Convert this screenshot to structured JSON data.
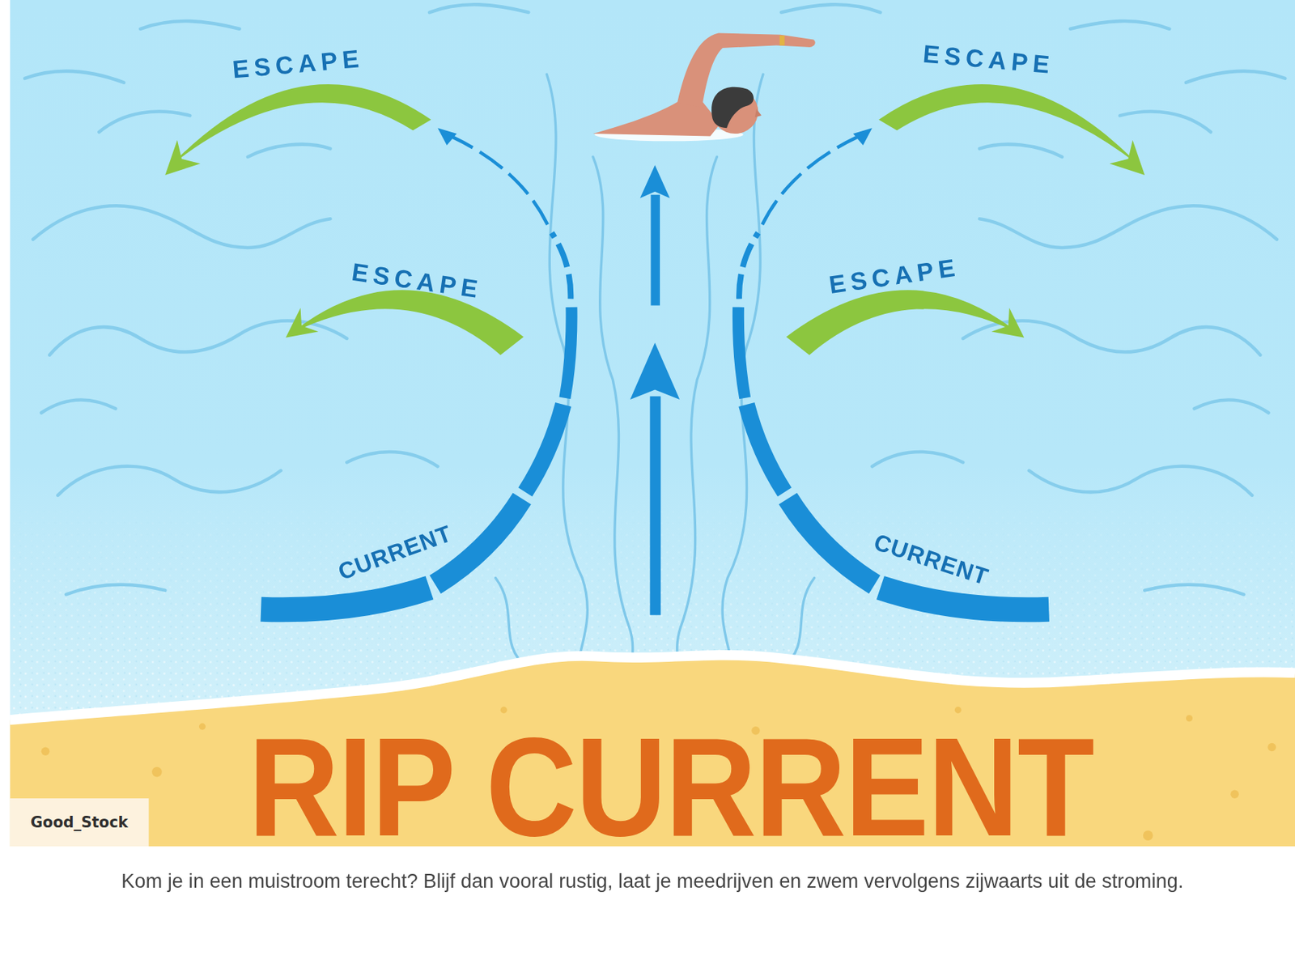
{
  "diagram": {
    "title": "RIP CURRENT",
    "caption": "Kom je in een muistroom terecht? Blijf dan vooral rustig, laat je meedrijven en zwem vervolgens zijwaarts uit de stroming.",
    "labels": [
      "ESCAPE",
      "ESCAPE",
      "ESCAPE",
      "ESCAPE",
      "CURRENT",
      "CURRENT",
      "Good_Stock"
    ]
  }
}
